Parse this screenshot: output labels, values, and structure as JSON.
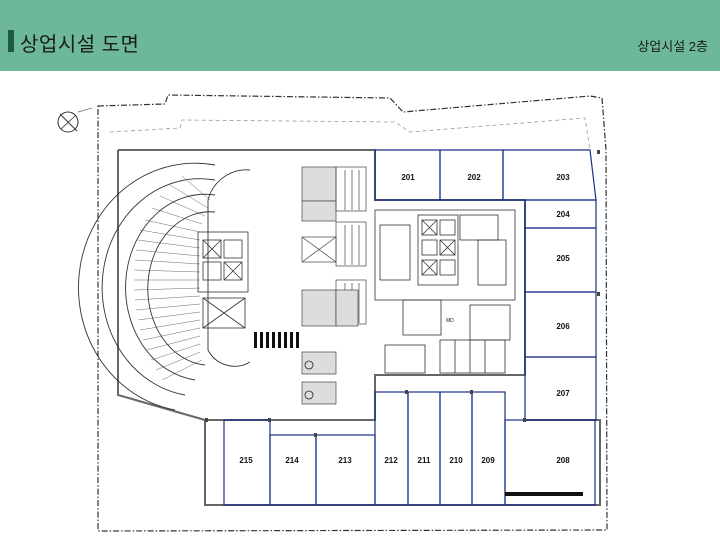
{
  "header": {
    "title": "상업시설 도면",
    "floor_label": "상업시설 2층"
  },
  "colors": {
    "header_bg": "#6db89a",
    "title_bar": "#1f5a3c",
    "unit_outline": "#1a2f8a",
    "structure": "#555555"
  },
  "compass": {
    "icon": "north-arrow-icon"
  },
  "elevator_label": "MD",
  "units": [
    {
      "id": "201"
    },
    {
      "id": "202"
    },
    {
      "id": "203"
    },
    {
      "id": "204"
    },
    {
      "id": "205"
    },
    {
      "id": "206"
    },
    {
      "id": "207"
    },
    {
      "id": "208"
    },
    {
      "id": "209"
    },
    {
      "id": "210"
    },
    {
      "id": "211"
    },
    {
      "id": "212"
    },
    {
      "id": "213"
    },
    {
      "id": "214"
    },
    {
      "id": "215"
    }
  ]
}
